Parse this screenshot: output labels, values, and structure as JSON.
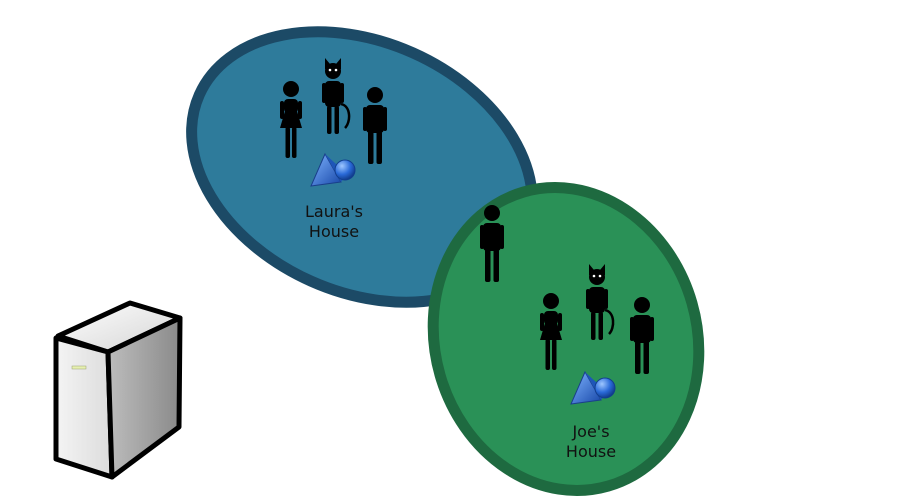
{
  "houses": [
    {
      "line1": "Laura's",
      "line2": "House",
      "fill": "#2e7b9b",
      "stroke": "#1c4a66",
      "members": [
        "woman-icon",
        "cat-person-icon",
        "man-icon"
      ],
      "object_icon": "shapes-icon"
    },
    {
      "line1": "Joe's",
      "line2": "House",
      "fill": "#2a9157",
      "stroke": "#1e6a40",
      "members": [
        "man-icon",
        "woman-icon",
        "cat-person-icon",
        "man-icon"
      ],
      "object_icon": "shapes-icon"
    }
  ],
  "server": {
    "icon": "server-icon"
  }
}
